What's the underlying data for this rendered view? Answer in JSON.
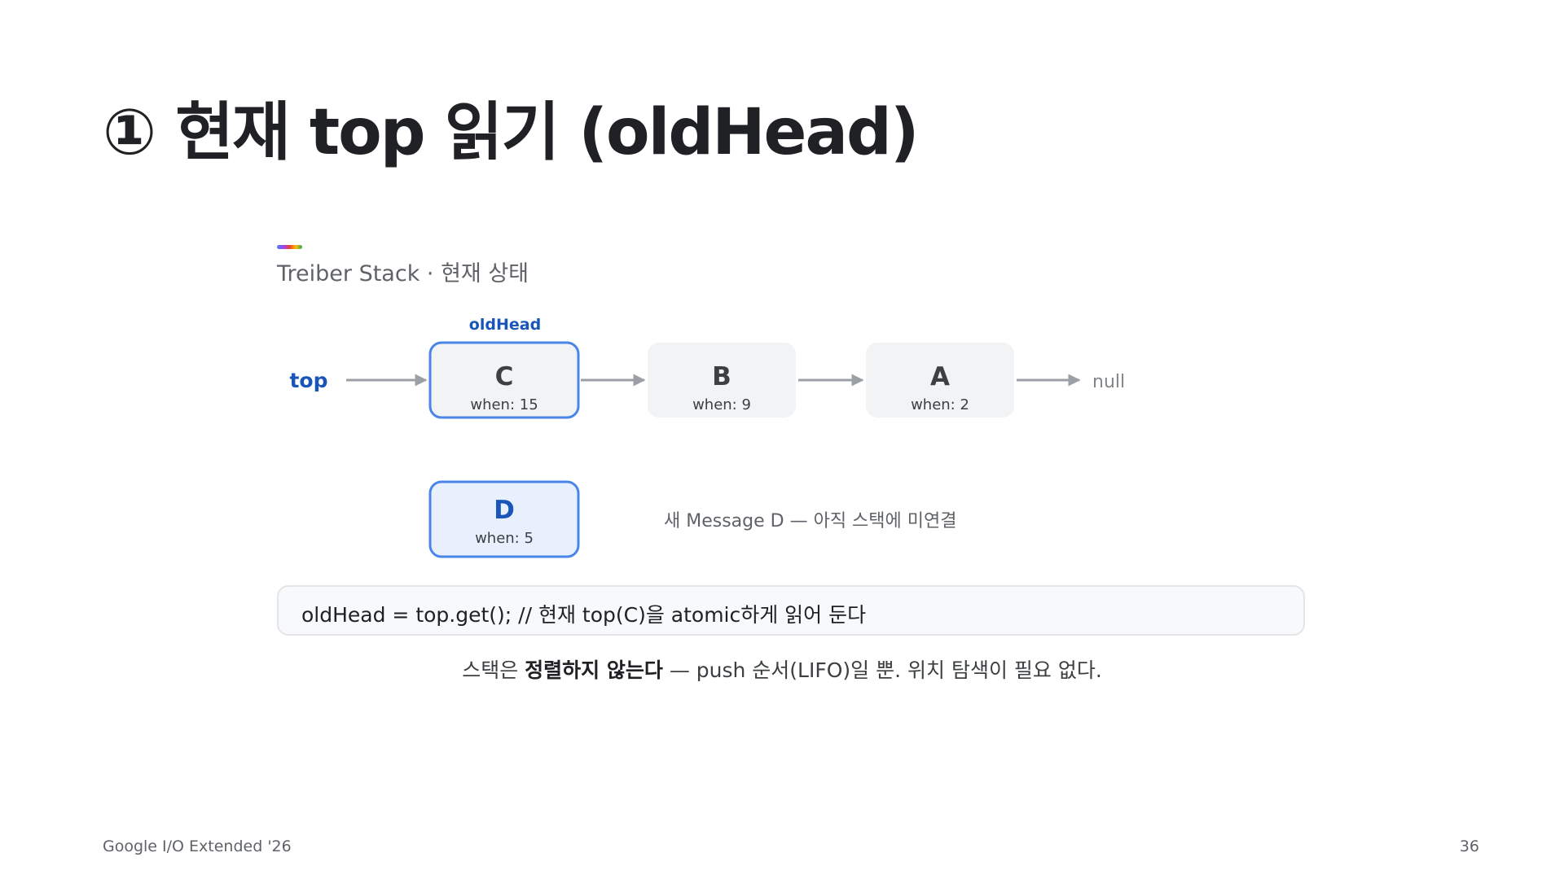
{
  "slide": {
    "title": "① 현재 top 읽기 (oldHead)"
  },
  "diagram": {
    "caption": "Treiber Stack · 현재 상태",
    "top_label": "top",
    "old_head_label": "oldHead",
    "nodes": [
      {
        "id": "C",
        "letter": "C",
        "when": "when: 15",
        "highlight": true
      },
      {
        "id": "B",
        "letter": "B",
        "when": "when: 9",
        "highlight": false
      },
      {
        "id": "A",
        "letter": "A",
        "when": "when: 2",
        "highlight": false
      }
    ],
    "null_label": "null",
    "new_node": {
      "letter": "D",
      "when": "when: 5"
    },
    "new_node_note": "새 Message D — 아직 스택에 미연결"
  },
  "code": {
    "line": "oldHead = top.get(); // 현재 top(C)을 atomic하게 읽어 둔다"
  },
  "note": {
    "prefix": "스택은 ",
    "emphasis": "정렬하지 않는다",
    "suffix": " — push 순서(LIFO)일 뿐. 위치 탐색이 필요 없다."
  },
  "footer": {
    "event": "Google I/O Extended '26",
    "page": "36"
  },
  "colors": {
    "accent_blue": "#1a73e8",
    "label_blue": "#1a56b8",
    "node_gray": "#f1f3f4",
    "arrow_gray": "#9aa0a6",
    "new_node_fill": "#e8f0fe"
  }
}
